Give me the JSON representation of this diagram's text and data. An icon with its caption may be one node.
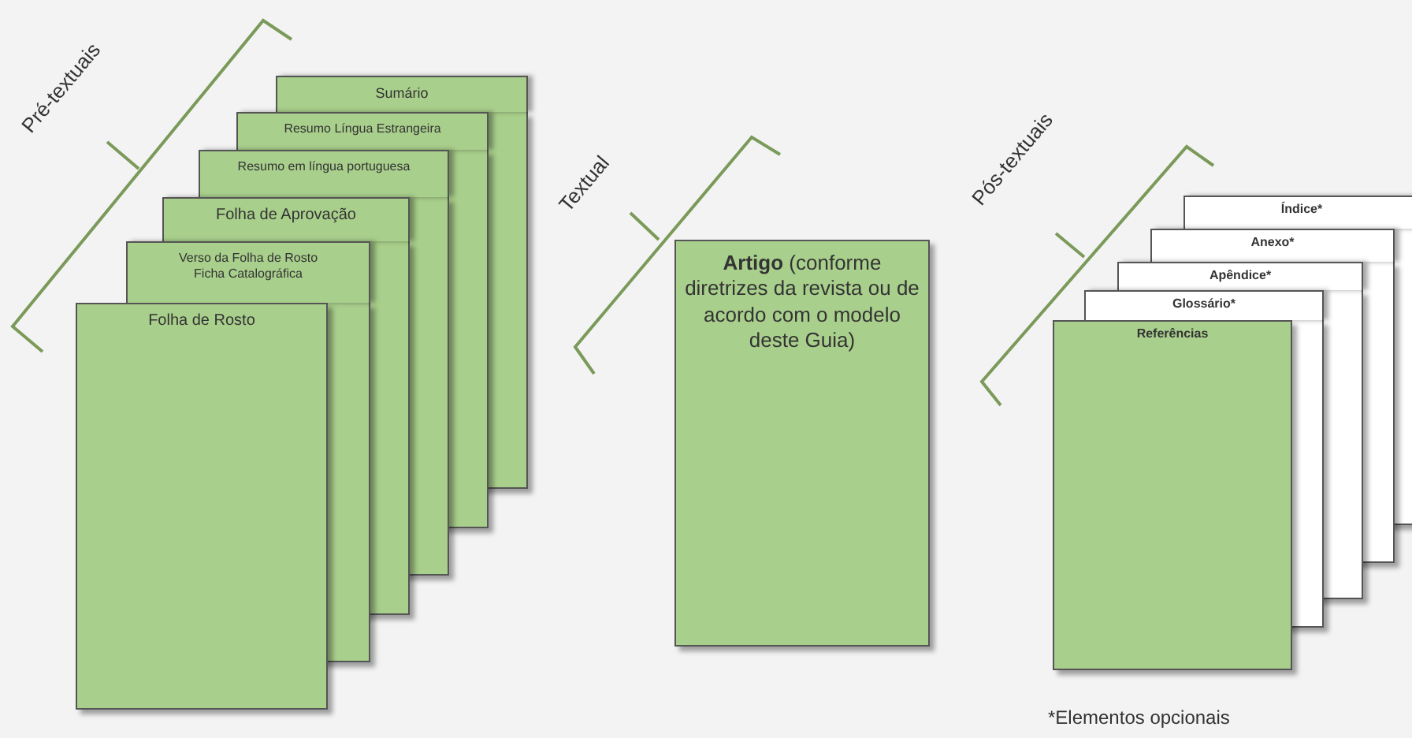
{
  "diagram": {
    "nodes": [
      {
        "text": [
          "Sumário"
        ]
      },
      {
        "text": [
          "Resumo Língua Estrangeira"
        ]
      },
      {
        "text": [
          "Resumo em língua portuguesa"
        ]
      },
      {
        "text": [
          "Folha de Aprovação"
        ]
      },
      {
        "text": [
          "Verso da Folha de Rosto",
          "Ficha Catalográfica"
        ]
      },
      {
        "text": [
          "Folha de Rosto"
        ]
      },
      {
        "text": [
          "**Artigo** (conforme diretrizes da revista ou de acordo com o modelo deste Guia)"
        ]
      },
      {
        "text": [
          "Índice*"
        ]
      },
      {
        "text": [
          "Anexo*"
        ]
      },
      {
        "text": [
          "Apêndice*"
        ]
      },
      {
        "text": [
          "Glossário*"
        ]
      },
      {
        "text": [
          "Referências"
        ]
      }
    ],
    "labels": [
      "Pré-textuais",
      "Textual",
      "Pós-textuais",
      "*Elementos opcionais"
    ]
  }
}
